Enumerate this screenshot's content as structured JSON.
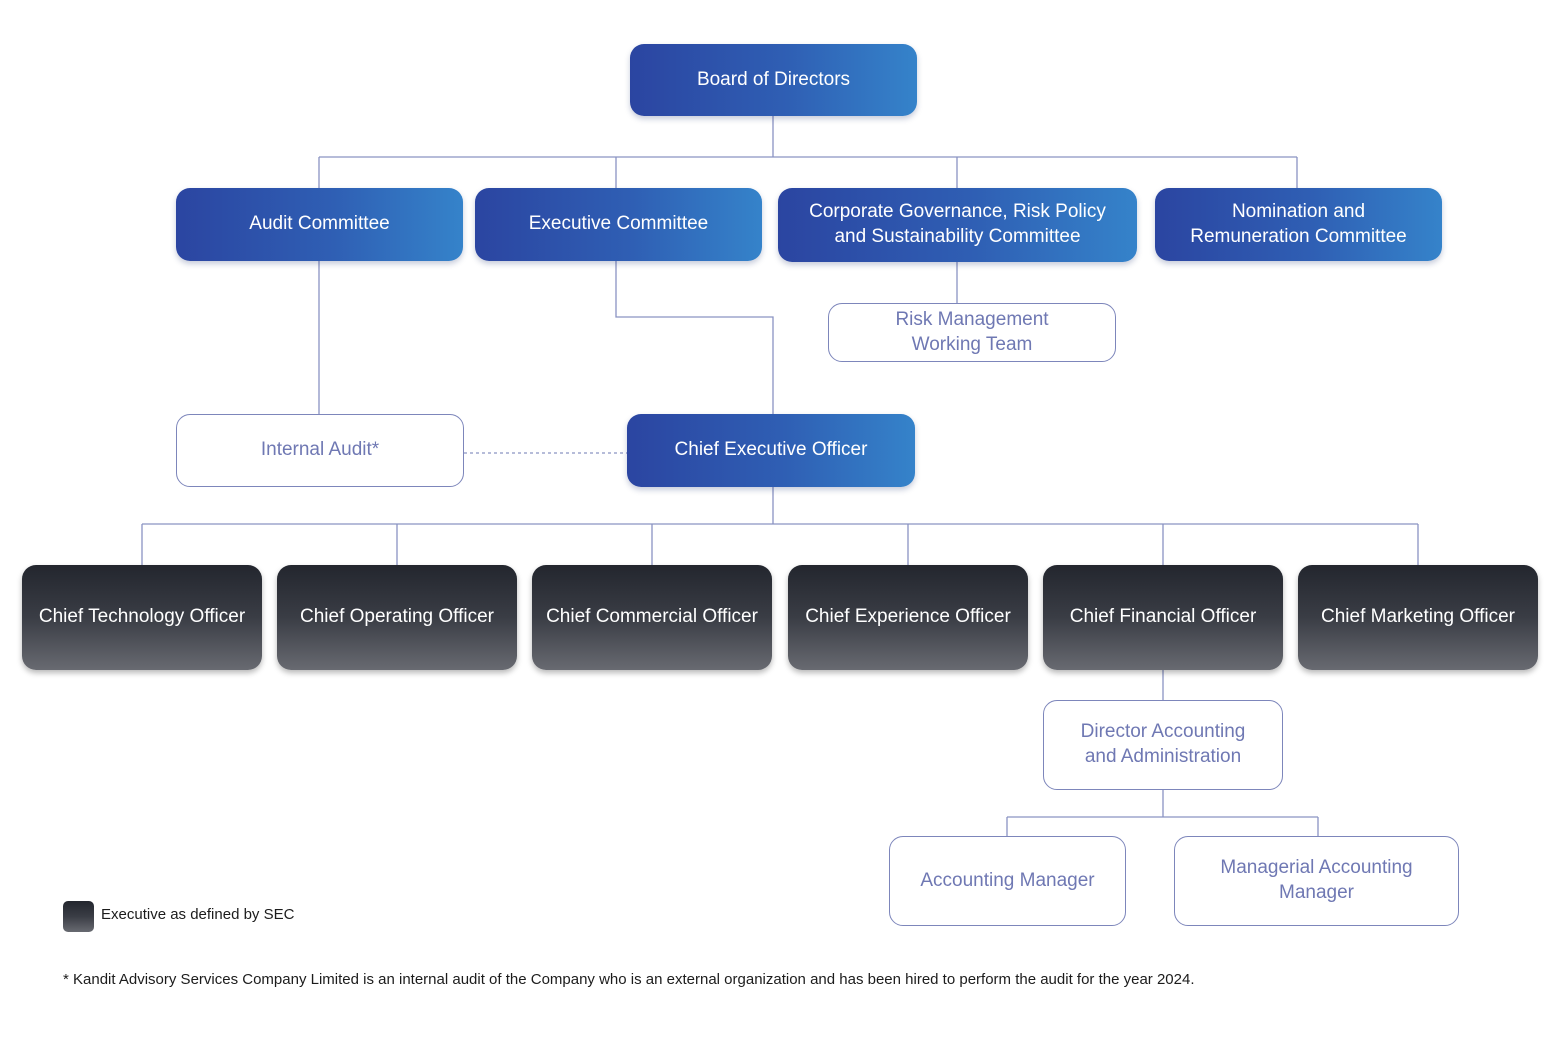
{
  "nodes": {
    "board": "Board of Directors",
    "audit_committee": "Audit Committee",
    "executive_committee": "Executive Committee",
    "cg_committee": "Corporate Governance, Risk Policy\nand Sustainability Committee",
    "nomination_committee": "Nomination and\nRemuneration Committee",
    "risk_team": "Risk Management\nWorking Team",
    "internal_audit": "Internal Audit*",
    "ceo": "Chief Executive Officer",
    "cto": "Chief Technology Officer",
    "coo": "Chief Operating Officer",
    "cco": "Chief Commercial Officer",
    "cxo": "Chief Experience Officer",
    "cfo": "Chief Financial Officer",
    "cmo": "Chief Marketing Officer",
    "director_accounting": "Director Accounting\nand Administration",
    "accounting_manager": "Accounting Manager",
    "managerial_accounting_manager": "Managerial Accounting\nManager"
  },
  "legend": {
    "label": "Executive as defined by SEC"
  },
  "footnote": "* Kandit Advisory Services Company Limited is an internal audit of the Company who is an external organization and has been hired to perform the audit for the year 2024.",
  "colors": {
    "line": "#8a93c2",
    "blue_start": "#2b45a1",
    "blue_end": "#3583ca",
    "dark_top": "#23262e",
    "dark_bottom": "#686a71",
    "outline_text": "#6f78b3"
  }
}
